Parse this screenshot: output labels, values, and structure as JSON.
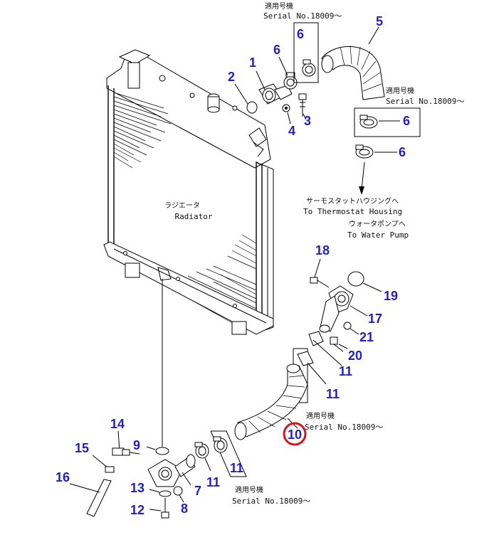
{
  "radiator": {
    "label_jp": "ラジエータ",
    "label_en": "Radiator"
  },
  "notes": {
    "serial_jp": "適用号機",
    "serial_en": "Serial No.18009〜",
    "thermostat_jp": "サーモスタットハウジングへ",
    "thermostat_en": "To Thermostat Housing",
    "water_pump_jp": "ウォータポンプへ",
    "water_pump_en": "To Water Pump"
  },
  "callouts": {
    "n1": "1",
    "n2": "2",
    "n3": "3",
    "n4": "4",
    "n5": "5",
    "n6a": "6",
    "n6b": "6",
    "n6c": "6",
    "n6d": "6",
    "n7": "7",
    "n8": "8",
    "n9": "9",
    "n10": "10",
    "n11a": "11",
    "n11b": "11",
    "n11c": "11",
    "n11d": "11",
    "n12": "12",
    "n13": "13",
    "n14": "14",
    "n15": "15",
    "n16": "16",
    "n17": "17",
    "n18": "18",
    "n19": "19",
    "n20": "20",
    "n21": "21"
  },
  "highlight": {
    "part": "10",
    "color": "#d9121b"
  },
  "colors": {
    "callout": "#1f1fc4",
    "line": "#000000"
  }
}
